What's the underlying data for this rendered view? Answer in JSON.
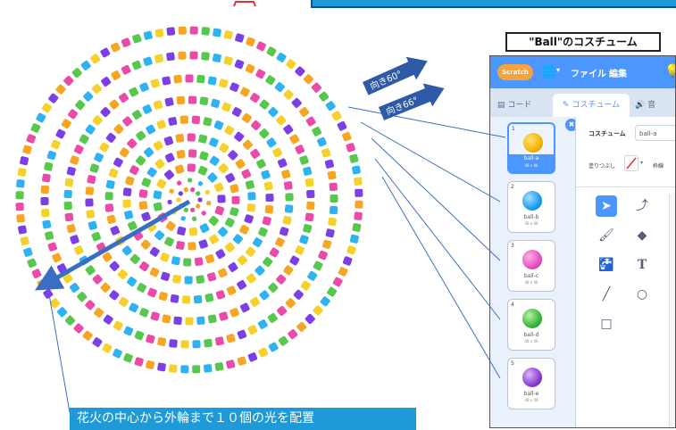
{
  "colors": {
    "caption_bg": "#1e9ad8",
    "arrow_blue": "#3a6ec4",
    "scratch_blue": "#4c97ff",
    "ball_colors": [
      "#f4b400",
      "#1a9df0",
      "#e84fc0",
      "#3cb53c",
      "#8a3fd1"
    ]
  },
  "fireworks": {
    "ring_palette": [
      "#7b3fe4",
      "#f6a623",
      "#ea4aa8",
      "#57c84d",
      "#2fb3f0",
      "#f6d02b"
    ]
  },
  "labels": {
    "costume_title": "\"Ball\"のコスチューム",
    "caption": "花火の中心から外輪まで１０個の光を配置",
    "direction_60": "向き60°",
    "direction_66": "向き66°"
  },
  "scratch": {
    "logo": "Scratch",
    "globe_icon": "globe-icon",
    "menu": {
      "file": "ファイル",
      "edit": "編集"
    },
    "tabs": {
      "code": "コード",
      "costume": "コスチューム",
      "sound": "音"
    },
    "editor": {
      "costume_label": "コスチューム",
      "costume_name": "ball-a",
      "fill_label": "塗りつぶし",
      "outline_label": "枠線"
    },
    "costumes": [
      {
        "num": "1",
        "name": "ball-a",
        "size": "48 x 46",
        "color": "#f4b400"
      },
      {
        "num": "2",
        "name": "ball-b",
        "size": "48 x 46",
        "color": "#1a9df0"
      },
      {
        "num": "3",
        "name": "ball-c",
        "size": "48 x 46",
        "color": "#e84fc0"
      },
      {
        "num": "4",
        "name": "ball-d",
        "size": "48 x 46",
        "color": "#3cb53c"
      },
      {
        "num": "5",
        "name": "ball-e",
        "size": "48 x 46",
        "color": "#8a3fd1"
      }
    ],
    "tools": [
      "select-arrow-icon",
      "reshape-icon",
      "brush-icon",
      "eraser-icon",
      "fill-bucket-icon",
      "text-icon",
      "line-icon",
      "circle-icon",
      "rectangle-icon"
    ]
  }
}
